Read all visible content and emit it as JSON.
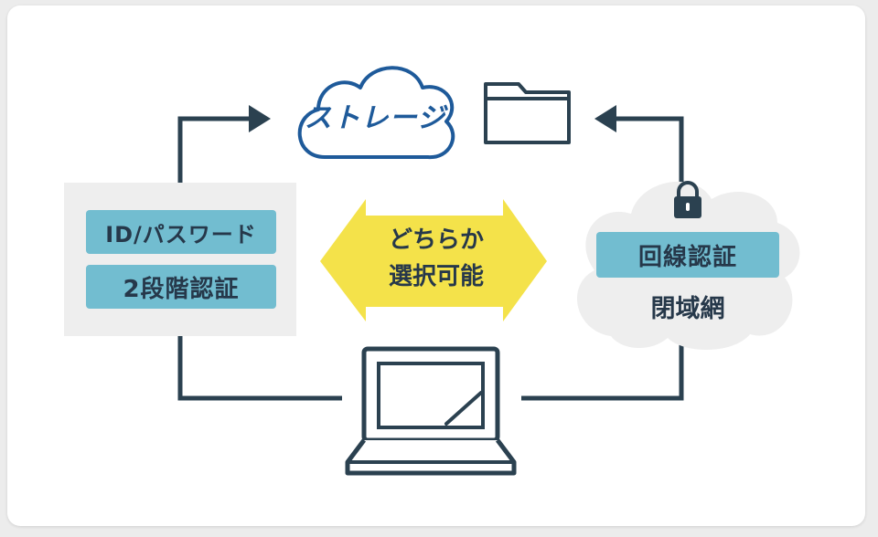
{
  "diagram": {
    "storage_label": "ストレージ",
    "auth_methods": [
      "ID/パスワード",
      "2段階認証"
    ],
    "choice_line1": "どちらか",
    "choice_line2": "選択可能",
    "line_auth_label": "回線認証",
    "closed_network_label": "閉域網"
  },
  "colors": {
    "line": "#2b4150",
    "pill": "#72bdd0",
    "arrow_fill": "#f4e24a",
    "panel_bg": "#eeeeee",
    "storage_text": "#1e5a9a"
  },
  "icons": {
    "cloud": "cloud-icon",
    "folder": "folder-icon",
    "lock": "lock-icon",
    "laptop": "laptop-icon"
  }
}
